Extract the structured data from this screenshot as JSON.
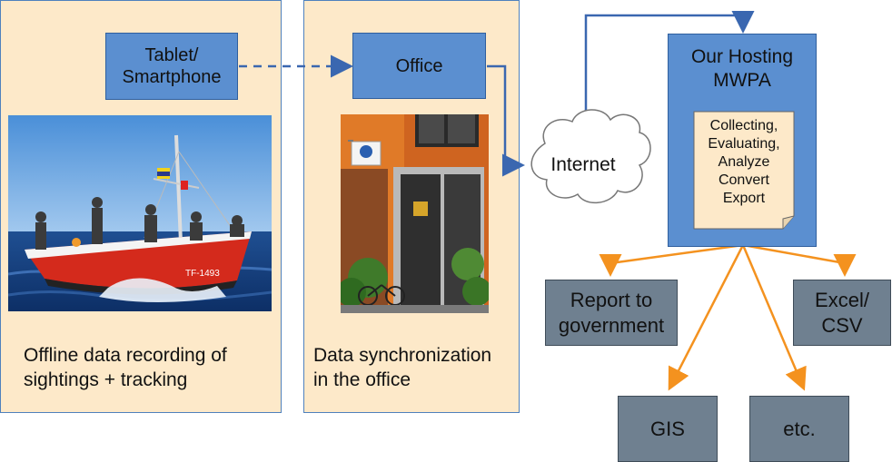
{
  "panels": {
    "field": {
      "caption": "Offline data recording of\nsightings + tracking"
    },
    "office": {
      "caption": "Data synchronization\nin the office"
    }
  },
  "nodes": {
    "tablet": "Tablet/\nSmartphone",
    "office": "Office",
    "internet": "Internet",
    "hosting_title": "Our Hosting\nMWPA",
    "hosting_tasks": "Collecting,\nEvaluating,\nAnalyze\nConvert\nExport"
  },
  "outputs": {
    "report": "Report to\ngovernment",
    "excel": "Excel/\nCSV",
    "gis": "GIS",
    "etc": "etc."
  },
  "photos": {
    "boat_registration": "TF-1493"
  },
  "colors": {
    "panel_fill": "#fde9c9",
    "node_fill": "#5b8fd0",
    "output_fill": "#6f8090",
    "connector_blue": "#3a67b0",
    "connector_orange": "#f4921f"
  }
}
